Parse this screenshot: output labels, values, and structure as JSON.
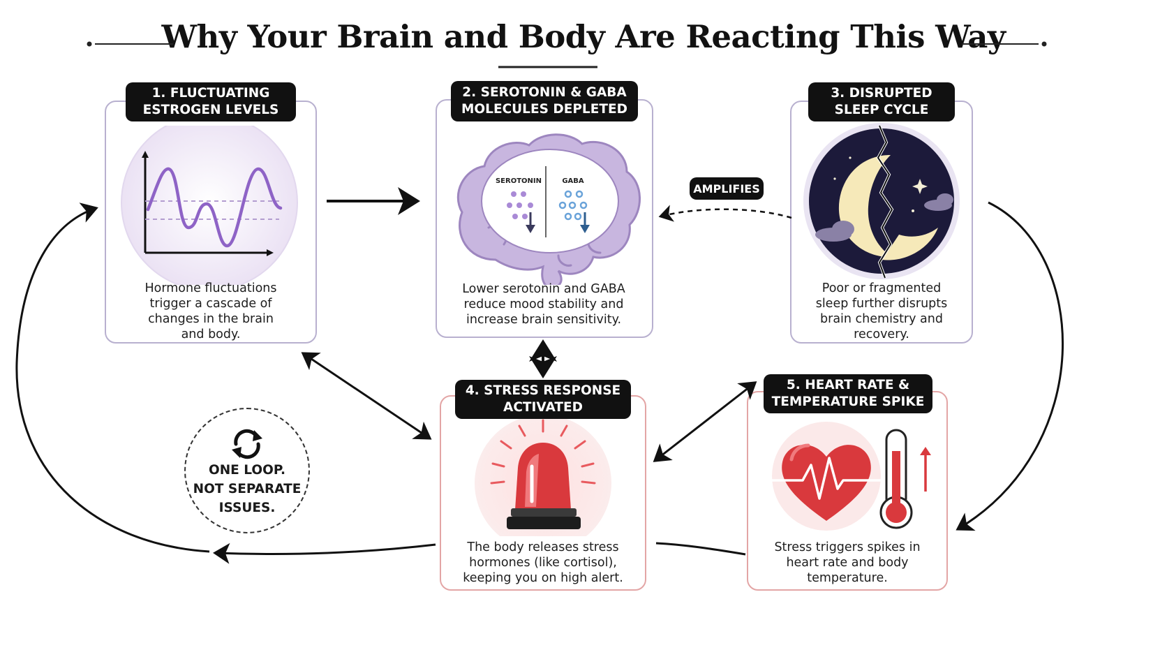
{
  "title": "Why Your Brain and Body Are Reacting This Way",
  "steps": [
    {
      "badge_line1": "1. FLUCTUATING",
      "badge_line2": "ESTROGEN LEVELS",
      "description": "Hormone fluctuations trigger a cascade of changes in the brain and body.",
      "icon": "hormone-wave-chart-icon"
    },
    {
      "badge_line1": "2. SEROTONIN & GABA",
      "badge_line2": "MOLECULES DEPLETED",
      "description": "Lower serotonin and GABA reduce mood stability and increase brain sensitivity.",
      "icon": "brain-icon",
      "inner_labels": [
        "SEROTONIN",
        "GABA"
      ]
    },
    {
      "badge_line1": "3. DISRUPTED",
      "badge_line2": "SLEEP CYCLE",
      "description": "Poor or fragmented sleep further disrupts brain chemistry and recovery.",
      "icon": "broken-moon-icon"
    },
    {
      "badge_line1": "4. STRESS RESPONSE",
      "badge_line2": "ACTIVATED",
      "description": "The body releases stress hormones (like cortisol), keeping you on high alert.",
      "icon": "alarm-siren-icon"
    },
    {
      "badge_line1": "5. HEART RATE &",
      "badge_line2": "TEMPERATURE SPIKE",
      "description": "Stress triggers spikes in heart rate and body temperature.",
      "icon": "heart-thermometer-icon"
    }
  ],
  "amplifies_label": "AMPLIFIES",
  "loop_note": {
    "line1": "ONE LOOP.",
    "line2": "NOT SEPARATE",
    "line3": "ISSUES.",
    "icon": "cycle-arrows-icon"
  },
  "colors": {
    "accent_purple": "#8e63c6",
    "card_border_purple": "#b8b0cf",
    "card_border_red": "#e3a5a5",
    "alert_red": "#d9393d",
    "night_navy": "#1c1a3a",
    "badge_black": "#111111"
  }
}
